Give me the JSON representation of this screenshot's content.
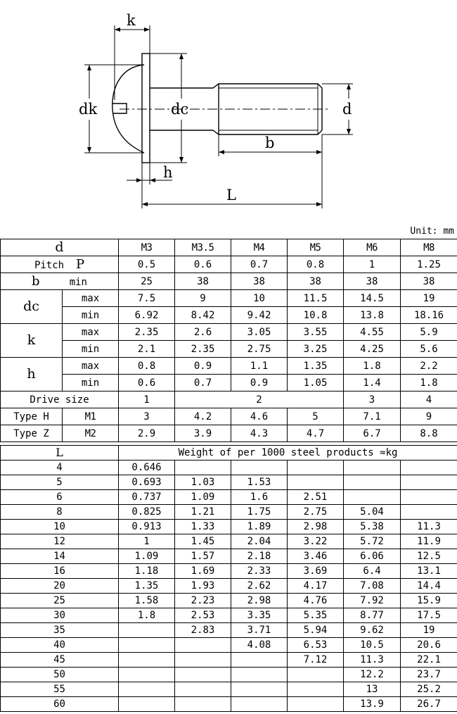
{
  "drawing": {
    "labels": {
      "k": "k",
      "dk": "dk",
      "dc": "dc",
      "d": "d",
      "b": "b",
      "h": "h",
      "L": "L"
    }
  },
  "unit": "Unit: mm",
  "spec": {
    "d_label": "d",
    "sizes": [
      "M3",
      "M3.5",
      "M4",
      "M5",
      "M6",
      "M8"
    ],
    "pitch": {
      "label": "Pitch",
      "sym": "P",
      "values": [
        "0.5",
        "0.6",
        "0.7",
        "0.8",
        "1",
        "1.25"
      ]
    },
    "b": {
      "sym": "b",
      "sub": "min",
      "values": [
        "25",
        "38",
        "38",
        "38",
        "38",
        "38"
      ]
    },
    "dc": {
      "sym": "dc",
      "max": [
        "7.5",
        "9",
        "10",
        "11.5",
        "14.5",
        "19"
      ],
      "min": [
        "6.92",
        "8.42",
        "9.42",
        "10.8",
        "13.8",
        "18.16"
      ]
    },
    "k": {
      "sym": "k",
      "max": [
        "2.35",
        "2.6",
        "3.05",
        "3.55",
        "4.55",
        "5.9"
      ],
      "min": [
        "2.1",
        "2.35",
        "2.75",
        "3.25",
        "4.25",
        "5.6"
      ]
    },
    "h": {
      "sym": "h",
      "max": [
        "0.8",
        "0.9",
        "1.1",
        "1.35",
        "1.8",
        "2.2"
      ],
      "min": [
        "0.6",
        "0.7",
        "0.9",
        "1.05",
        "1.4",
        "1.8"
      ]
    },
    "max_label": "max",
    "min_label": "min",
    "drive": {
      "label": "Drive size",
      "values": [
        "1",
        "2",
        "3",
        "4"
      ]
    },
    "type_h": {
      "label": "Type H",
      "sub": "M1",
      "values": [
        "3",
        "4.2",
        "4.6",
        "5",
        "7.1",
        "9"
      ]
    },
    "type_z": {
      "label": "Type Z",
      "sub": "M2",
      "values": [
        "2.9",
        "3.9",
        "4.3",
        "4.7",
        "6.7",
        "8.8"
      ]
    }
  },
  "weights": {
    "l_label": "L",
    "header": "Weight of per 1000 steel products ≈kg",
    "rows": [
      {
        "L": "4",
        "v": [
          "0.646",
          "",
          "",
          "",
          "",
          ""
        ]
      },
      {
        "L": "5",
        "v": [
          "0.693",
          "1.03",
          "1.53",
          "",
          "",
          ""
        ]
      },
      {
        "L": "6",
        "v": [
          "0.737",
          "1.09",
          "1.6",
          "2.51",
          "",
          ""
        ]
      },
      {
        "L": "8",
        "v": [
          "0.825",
          "1.21",
          "1.75",
          "2.75",
          "5.04",
          ""
        ]
      },
      {
        "L": "10",
        "v": [
          "0.913",
          "1.33",
          "1.89",
          "2.98",
          "5.38",
          "11.3"
        ]
      },
      {
        "L": "12",
        "v": [
          "1",
          "1.45",
          "2.04",
          "3.22",
          "5.72",
          "11.9"
        ]
      },
      {
        "L": "14",
        "v": [
          "1.09",
          "1.57",
          "2.18",
          "3.46",
          "6.06",
          "12.5"
        ]
      },
      {
        "L": "16",
        "v": [
          "1.18",
          "1.69",
          "2.33",
          "3.69",
          "6.4",
          "13.1"
        ]
      },
      {
        "L": "20",
        "v": [
          "1.35",
          "1.93",
          "2.62",
          "4.17",
          "7.08",
          "14.4"
        ]
      },
      {
        "L": "25",
        "v": [
          "1.58",
          "2.23",
          "2.98",
          "4.76",
          "7.92",
          "15.9"
        ]
      },
      {
        "L": "30",
        "v": [
          "1.8",
          "2.53",
          "3.35",
          "5.35",
          "8.77",
          "17.5"
        ]
      },
      {
        "L": "35",
        "v": [
          "",
          "2.83",
          "3.71",
          "5.94",
          "9.62",
          "19"
        ]
      },
      {
        "L": "40",
        "v": [
          "",
          "",
          "4.08",
          "6.53",
          "10.5",
          "20.6"
        ]
      },
      {
        "L": "45",
        "v": [
          "",
          "",
          "",
          "7.12",
          "11.3",
          "22.1"
        ]
      },
      {
        "L": "50",
        "v": [
          "",
          "",
          "",
          "",
          "12.2",
          "23.7"
        ]
      },
      {
        "L": "55",
        "v": [
          "",
          "",
          "",
          "",
          "13",
          "25.2"
        ]
      },
      {
        "L": "60",
        "v": [
          "",
          "",
          "",
          "",
          "13.9",
          "26.7"
        ]
      }
    ]
  }
}
